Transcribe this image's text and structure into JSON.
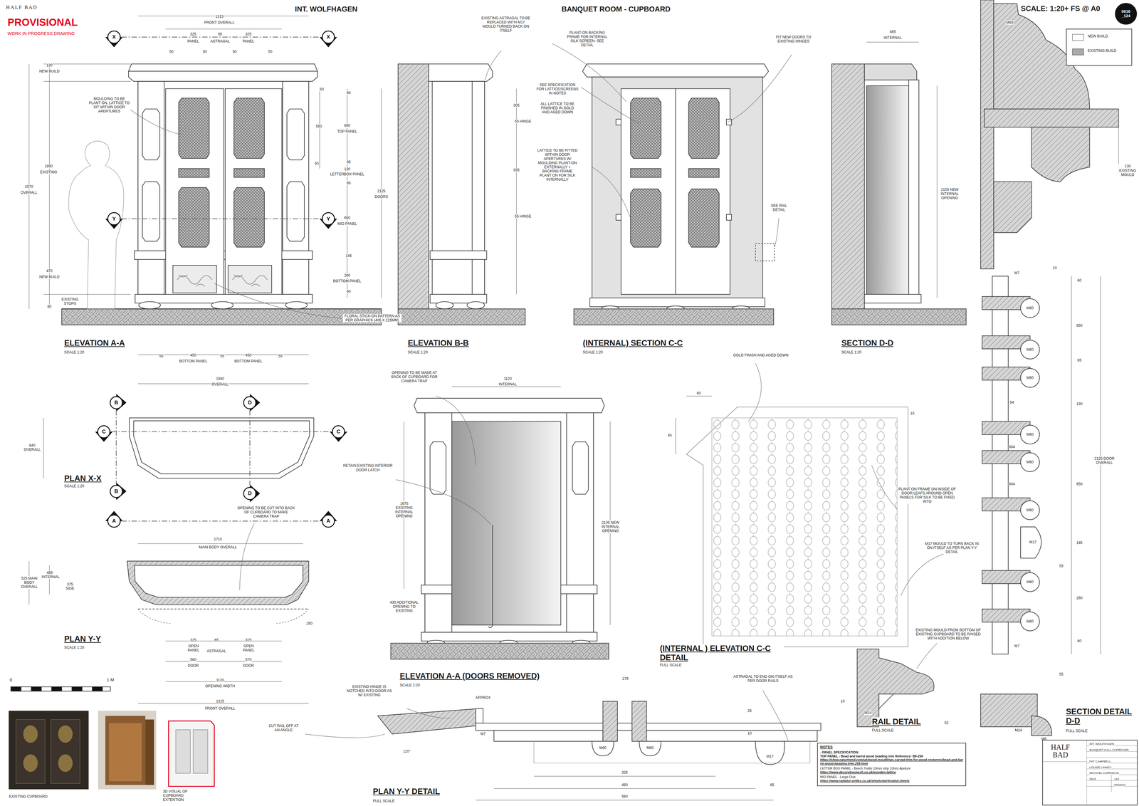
{
  "diagram": {
    "title": "BANQUET ROOM - CUPBOARD",
    "nodes": [
      {
        "text": [
          "X"
        ]
      },
      {
        "text": [
          "X"
        ]
      },
      {
        "text": [
          "Y"
        ]
      },
      {
        "text": [
          "Y"
        ]
      },
      {
        "text": [
          "B"
        ]
      },
      {
        "text": [
          "D"
        ]
      },
      {
        "text": [
          "C"
        ]
      },
      {
        "text": [
          "C"
        ]
      },
      {
        "text": [
          "B"
        ]
      },
      {
        "text": [
          "D"
        ]
      },
      {
        "text": [
          "A"
        ]
      },
      {
        "text": [
          "A"
        ]
      },
      {
        "text": [
          "0616 _124"
        ]
      },
      {
        "text": [
          "NOTES",
          "- PANEL SPECIFICATION:",
          "TOP PANEL - Bead and barrel wood beading trim Reference: B9-250",
          "https://shop.naturtrend.com/uk/wood-mouldings-carved-trim-for-wood-restorers/bead-and-barrel-wood-beading-trim-259.html",
          "LETTER BOX PANEL - Beech Trellis 10mm strip 10mm Apeture",
          "https://www.decorativemesh.co.uk/wooden-lattice",
          "MID PANEL - Large Club",
          "https://www.radiator-grilles.co.uk/sheets/perforated-sheets"
        ]
      },
      {
        "text": [
          "HALF BAD",
          "INT. WOLFHAGEN",
          "BANQUET HALL CUPBOARD",
          "PAT CAMPBELL",
          "LOUISE LINNEY",
          "MICHAEL CORRIGAN",
          "0616",
          "124",
          "04/10/21"
        ]
      }
    ],
    "edges": [
      {
        "from": 0,
        "to": 1,
        "arrow": "none"
      },
      {
        "from": 2,
        "to": 3,
        "arrow": "none"
      },
      {
        "from": 4,
        "to": 8,
        "arrow": "none"
      },
      {
        "from": 5,
        "to": 9,
        "arrow": "none"
      },
      {
        "from": 6,
        "to": 7,
        "arrow": "none"
      },
      {
        "from": 10,
        "to": 11,
        "arrow": "none"
      }
    ],
    "labels": [
      "HALF BAD",
      "PROVISIONAL",
      "WORK IN PROGRESS DRAWING",
      "INT. WOLFHAGEN",
      "SCALE: 1:20+ FS @ A0",
      "1315",
      "FRONT OVERALL",
      "325",
      "PANEL",
      "65",
      "ASTRAGAL",
      "325",
      "PANEL",
      "50",
      "50",
      "50",
      "50",
      "130",
      "NEW BUILD",
      "1890",
      "EXISTING",
      "2570",
      "OVERALL",
      "470",
      "NEW BUILD",
      "80",
      "EXISTING STOPS",
      "MOULDING TO BE PLANT ON, LATTICE TO SIT WITHIN DOOR APERTURES",
      "50",
      "60",
      "550",
      "650",
      "TOP PANEL",
      "50",
      "85",
      "130",
      "LETTERBOX PANEL",
      "85",
      "2125",
      "DOORS",
      "650",
      "MID PANEL",
      "145",
      "260",
      "BOTTOM PANEL",
      "60",
      "FLORAL STICK-ON PATTERN AS PER GRAPHICS (405 X 215MM)",
      "55",
      "450",
      "BOTTOM PANEL",
      "55",
      "450",
      "BOTTOM PANEL",
      "55",
      "ELEVATION A-A",
      "SCALE 1:20",
      "EXISTING ASTRAGAL TO BE REPLACED WITH M17 MOULD TURNED BACK ON ITSELF",
      "ELEVATION B-B",
      "SCALE 1:20",
      "PLANT-ON BACKING FRAME FOR INTERNAL SILK SCREEN- SEE DETAIL",
      "FIT NEW DOORS TO EXISTING HINGES",
      "SEE SPECIFICATION FOR LATTICE/SCREENS IN NOTES",
      "305",
      "ALL LATTICE TO BE FINISHED IN GOLD AND AGED DOWN",
      "55 HINGE",
      "LATTICE TO BE FITTED WITHIN DOOR APERTURES W/ MOULDING PLANT-ON EXTERNALLY + BACKING FRAME PLANT ON FOR SILK INTERNALLY",
      "935",
      "55 HINGE",
      "SEE RAIL DETAIL",
      "(INTERNAL) SECTION C-C",
      "SCALE 1:20",
      "485",
      "INTERNAL",
      "2105 NEW INTERNAL OPENING",
      "SECTION D-D",
      "SCALE 1:20",
      "M69",
      "130 EXISTING MOULD",
      "M7",
      "10",
      "60",
      "M60",
      "650",
      "M60",
      "65",
      "M60",
      "54",
      "130",
      "M60",
      "604",
      "M60",
      "604",
      "2125 DOOR OVERALL",
      "650",
      "M60",
      "M17",
      "145",
      "53",
      "M60",
      "260",
      "M60",
      "60",
      "M7",
      "55",
      "M24",
      "M6",
      "SECTION DETAIL D-D",
      "FULL SCALE",
      "1940",
      "OVERALL",
      "640 OVERALL",
      "PLAN X-X",
      "SCALE 1:20",
      "OPENING TO BE CUT INTO BACK OF CUPBOARD TO MAKE CAMERA TRAP",
      "1710",
      "MAIN BODY OVERALL",
      "525 MAIN BODY OVERALL",
      "485 INTERNAL",
      "375 SIDE",
      "250",
      "PLAN Y-Y",
      "SCALE 1:20",
      "325",
      "OPEN PANEL",
      "65",
      "ASTRAGAL",
      "325",
      "OPEN PANEL",
      "560",
      "DOOR",
      "570",
      "DOOR",
      "1120",
      "OPENING WIDTH",
      "1315",
      "FRONT OVERALL",
      "0",
      "1 M",
      "EXISTING CUPBOARD",
      "3D VISUAL OF CUPBOARD EXTENTION",
      "OPENING TO BE MADE AT BACK OF CUPBOARD FOR CAMERA TRAP",
      "1120",
      "INTERNAL",
      "RETAIN EXISTING INTERIOR DOOR LATCH",
      "1675 EXISTING INTERNAL OPENING",
      "2105 NEW INTERNAL OPENING",
      "430 ADDITIONAL OPENING TO EXISTING",
      "ELEVATION A-A (DOORS REMOVED)",
      "SCALE 1:20",
      "GOLD FINISH AND AGED DOWN",
      "60",
      "45",
      "15",
      "PLANT ON FRAME ON INSIDE OF DOOR LEAFS AROUND OPEN PANELS FOR SILK TO BE FIXED INTO",
      "M17 MOULD TO TURN BACK IN ON ITSELF AS PER PLAN Y-Y DETAIL",
      "(INTERNAL ) ELEVATION C-C DETAIL",
      "FULL SCALE",
      "EXISTING HINGE IS NOTCHED INTO DOOR AS W/ EXISTING",
      "APPROX",
      "279",
      "ASTRAGAL TO END ON ITSELF AS PER DOOR RAILS",
      "CUT RAIL OFF AT AN ANGLE",
      "25",
      "10",
      "M7",
      "110°",
      "M60",
      "M60",
      "M17",
      "325",
      "450",
      "65",
      "560",
      "PLAN Y-Y DETAIL",
      "FULL SCALE",
      "EXISTING MOULD FROM BOTTOM OF EXISTING CUPBOARD TO BE RAISED WITH ADDITION BELOW",
      "10",
      "M24",
      "52",
      "RAIL DETAIL",
      "FULL SCALE"
    ],
    "legend": [
      {
        "text": "NEW BUILD",
        "color": "#ffffff"
      },
      {
        "text": "EXISTING BUILD",
        "color": "#a9a9a9"
      }
    ]
  }
}
